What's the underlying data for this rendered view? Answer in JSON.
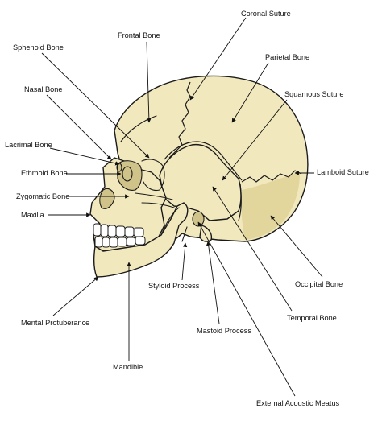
{
  "diagram": {
    "labels": {
      "coronal_suture": "Coronal Suture",
      "frontal_bone": "Frontal Bone",
      "sphenoid_bone": "Sphenoid Bone",
      "parietal_bone": "Parietal Bone",
      "nasal_bone": "Nasal Bone",
      "squamous_suture": "Squamous Suture",
      "lacrimal_bone": "Lacrimal Bone",
      "ethmoid_bone": "Ethmoid Bone",
      "lamboid_suture": "Lamboid Suture",
      "zygomatic_bone": "Zygomatic Bone",
      "maxilla": "Maxilla",
      "occipital_bone": "Occipital Bone",
      "styloid_process": "Styloid Process",
      "temporal_bone": "Temporal Bone",
      "mental_protuberance": "Mental Protuberance",
      "mastoid_process": "Mastoid Process",
      "mandible": "Mandible",
      "external_acoustic_meatus": "External Acoustic Meatus"
    },
    "colors": {
      "bone_fill": "#f1e8bd",
      "bone_shade": "#e2d69d",
      "outline": "#1a1a1a",
      "label_text": "#111111",
      "background": "#ffffff"
    }
  }
}
